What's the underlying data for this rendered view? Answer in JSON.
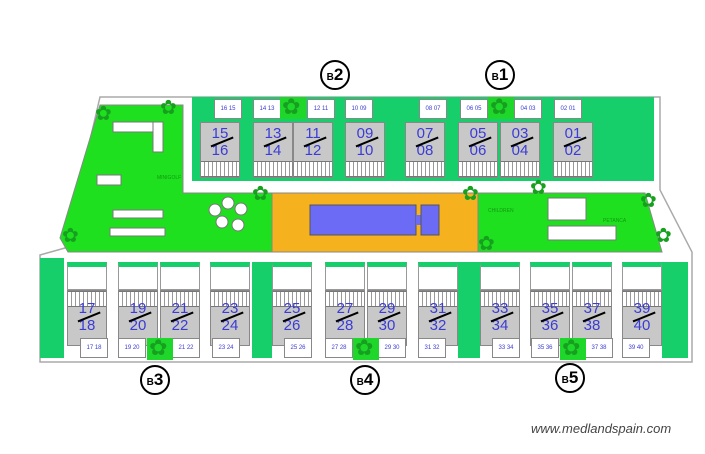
{
  "watermark": "www.medlandspain.com",
  "colors": {
    "grass": "#1fe01f",
    "strip": "#17cf6a",
    "pool_deck": "#f5b21e",
    "pool": "#6b6bf5",
    "unit_number": "#3b3bd6"
  },
  "amenities": {
    "minigolf": "MINIGOLF",
    "children": "CHILDREN",
    "petanca": "PETANCA"
  },
  "blocks": [
    {
      "label": "B2",
      "letter": "B",
      "digit": "2",
      "units": [
        {
          "top": "15",
          "bottom": "16"
        },
        {
          "top": "13",
          "bottom": "14"
        },
        {
          "top": "11",
          "bottom": "12"
        },
        {
          "top": "09",
          "bottom": "10"
        }
      ],
      "parking": [
        "16 15",
        "14 13",
        "12 11",
        "10 09"
      ]
    },
    {
      "label": "B1",
      "letter": "B",
      "digit": "1",
      "units": [
        {
          "top": "07",
          "bottom": "08"
        },
        {
          "top": "05",
          "bottom": "06"
        },
        {
          "top": "03",
          "bottom": "04"
        },
        {
          "top": "01",
          "bottom": "02"
        }
      ],
      "parking": [
        "08 07",
        "06 05",
        "04 03",
        "02 01"
      ]
    },
    {
      "label": "B3",
      "letter": "B",
      "digit": "3",
      "units": [
        {
          "top": "17",
          "bottom": "18"
        },
        {
          "top": "19",
          "bottom": "20"
        },
        {
          "top": "21",
          "bottom": "22"
        },
        {
          "top": "23",
          "bottom": "24"
        }
      ],
      "parking": [
        "17 18",
        "19 20",
        "21 22",
        "23 24"
      ]
    },
    {
      "label": "B4",
      "letter": "B",
      "digit": "4",
      "units": [
        {
          "top": "25",
          "bottom": "26"
        },
        {
          "top": "27",
          "bottom": "28"
        },
        {
          "top": "29",
          "bottom": "30"
        },
        {
          "top": "31",
          "bottom": "32"
        }
      ],
      "parking": [
        "25 26",
        "27 28",
        "29 30",
        "31 32"
      ]
    },
    {
      "label": "B5",
      "letter": "B",
      "digit": "5",
      "units": [
        {
          "top": "33",
          "bottom": "34"
        },
        {
          "top": "35",
          "bottom": "36"
        },
        {
          "top": "37",
          "bottom": "38"
        },
        {
          "top": "39",
          "bottom": "40"
        }
      ],
      "parking": [
        "33 34",
        "35 36",
        "37 38",
        "39 40"
      ]
    }
  ]
}
